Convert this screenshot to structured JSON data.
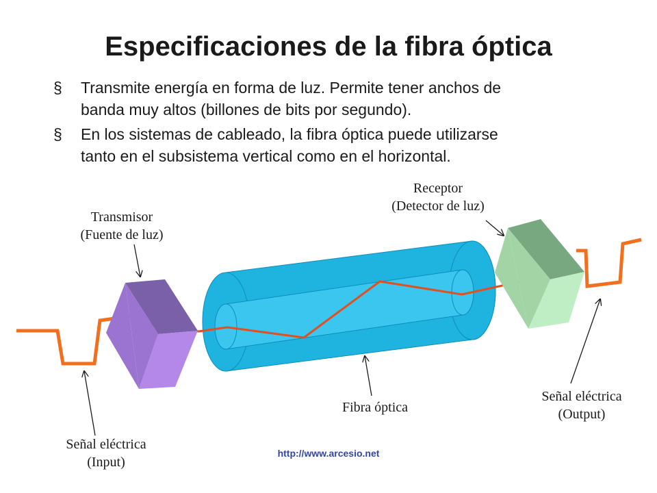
{
  "title": "Especificaciones de la fibra óptica",
  "bullets": [
    {
      "marker": "§",
      "line1": "Transmite energía en forma de luz. Permite tener anchos de",
      "line2": "banda muy altos (billones de bits por segundo)."
    },
    {
      "marker": "§",
      "line1": "En los sistemas de cableado, la fibra óptica puede utilizarse",
      "line2": "tanto en el subsistema vertical como en el horizontal."
    }
  ],
  "labels": {
    "transmitter": {
      "line1": "Transmisor",
      "line2": "(Fuente de luz)"
    },
    "receiver": {
      "line1": "Receptor",
      "line2": "(Detector de luz)"
    },
    "fiber": {
      "line1": "Fibra óptica"
    },
    "signal_in": {
      "line1": "Señal eléctrica",
      "line2": "(Input)"
    },
    "signal_out": {
      "line1": "Señal eléctrica",
      "line2": "(Output)"
    }
  },
  "footer": "http://www.arcesio.net",
  "colors": {
    "signal": "#f07020",
    "light_path": "#e05020",
    "fiber_outer": "#1fb4e0",
    "fiber_inner": "#3ac6ee",
    "transmitter_front": "#b488e8",
    "transmitter_top": "#7a60a8",
    "transmitter_side": "#9a74d0",
    "receiver_front": "#c0eec4",
    "receiver_top": "#78a880",
    "receiver_side": "#a2d4a6"
  }
}
